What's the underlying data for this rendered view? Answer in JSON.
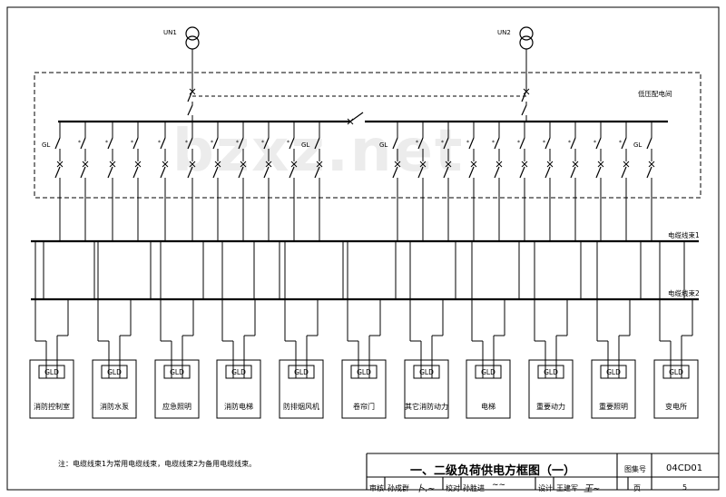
{
  "transformers": [
    {
      "label": "UN1"
    },
    {
      "label": "UN2"
    }
  ],
  "panel_label": "低压配电间",
  "breaker_label": "GL",
  "bus_labels": [
    "电缆线束1",
    "电缆线束2"
  ],
  "loads": [
    {
      "device": "GLD",
      "label": "消防控制室"
    },
    {
      "device": "GLD",
      "label": "消防水泵"
    },
    {
      "device": "GLD",
      "label": "应急照明"
    },
    {
      "device": "GLD",
      "label": "消防电梯"
    },
    {
      "device": "GLD",
      "label": "防排烟风机"
    },
    {
      "device": "GLD",
      "label": "卷帘门"
    },
    {
      "device": "GLD",
      "label": "其它消防动力"
    },
    {
      "device": "GLD",
      "label": "电梯"
    },
    {
      "device": "GLD",
      "label": "重要动力"
    },
    {
      "device": "GLD",
      "label": "重要照明"
    },
    {
      "device": "GLD",
      "label": "变电所"
    }
  ],
  "note": "注：电缆线束1为常用电缆线束，电缆线束2为备用电缆线束。",
  "title_block": {
    "title": "一、二级负荷供电方框图（一）",
    "atlas_label": "图集号",
    "atlas_no": "04CD01",
    "review_label": "审核",
    "reviewer": "孙成群",
    "check_label": "校对",
    "checker": "孙胜进",
    "design_label": "设计",
    "designer": "王建军",
    "page_label": "页",
    "page_no": "5"
  },
  "watermark": "bzxz.net"
}
